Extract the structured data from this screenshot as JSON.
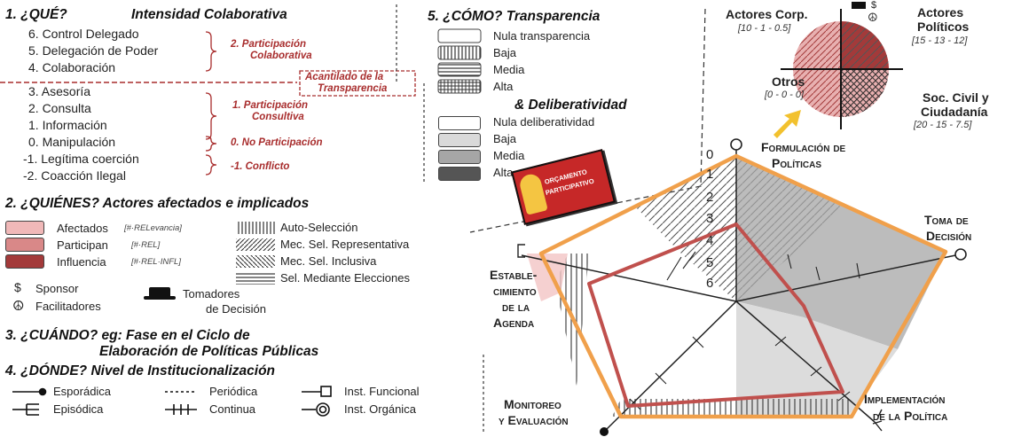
{
  "que": {
    "title": "1. ¿QUÉ?",
    "subtitle": "Intensidad Colaborativa",
    "levels": [
      "6. Control Delegado",
      "5. Delegación de Poder",
      "4. Colaboración",
      "3. Asesoría",
      "2. Consulta",
      "1. Información",
      "0. Manipulación",
      "-1. Legítima coerción",
      "-2. Coacción Ilegal"
    ],
    "groups": [
      {
        "line1": "2. Participación",
        "line2": "Colaborativa"
      },
      {
        "line1": "1. Participación",
        "line2": "Consultiva"
      },
      {
        "line1": "0. No Participación"
      },
      {
        "line1": "-1. Conflicto"
      }
    ],
    "cliff": {
      "line1": "Acantilado de la",
      "line2": "Transparencia"
    }
  },
  "quienes": {
    "title": "2. ¿QUIÉNES? Actores afectados e implicados",
    "roles": [
      {
        "label": "Afectados",
        "tag": "[#·RELevancia]",
        "color": "#f0b8b8"
      },
      {
        "label": "Participan",
        "tag": "[#·REL]",
        "color": "#d98888"
      },
      {
        "label": "Influencia",
        "tag": "[#·REL·INFL]",
        "color": "#a33a3a"
      }
    ],
    "selection": [
      "Auto-Selección",
      "Mec. Sel. Representativa",
      "Mec. Sel. Inclusiva",
      "Sel. Mediante Elecciones"
    ],
    "sponsor": "Sponsor",
    "facilitadores": "Facilitadores",
    "tomadores1": "Tomadores",
    "tomadores2": "de Decisión"
  },
  "cuando": {
    "line1": "3. ¿CUÁNDO? eg: Fase en el Ciclo de",
    "line2": "Elaboración de Políticas Públicas"
  },
  "donde": {
    "title": "4. ¿DÓNDE? Nivel de Institucionalización",
    "items": [
      "Esporádica",
      "Periódica",
      "Inst. Funcional",
      "Episódica",
      "Continua",
      "Inst. Orgánica"
    ]
  },
  "como": {
    "title": "5. ¿CÓMO? Transparencia",
    "transparencia": [
      "Nula transparencia",
      "Baja",
      "Media",
      "Alta"
    ],
    "delib_title": "& Deliberatividad",
    "deliberatividad": [
      "Nula deliberatividad",
      "Baja",
      "Media",
      "Alta"
    ],
    "delib_colors": [
      "#ffffff",
      "#d9d9d9",
      "#a6a6a6",
      "#555555"
    ]
  },
  "badge": {
    "line1": "ORÇAMENTO",
    "line2": "PARTICIPATIVO"
  },
  "actores": {
    "corp": "Actores Corp.",
    "corp_vals": "[10 - 1 - 0.5]",
    "politicos1": "Actores",
    "politicos2": "Políticos",
    "politicos_vals": "[15 - 13 - 12]",
    "otros": "Otros",
    "otros_vals": "[0 - 0 - 0]",
    "civil1": "Soc. Civil y",
    "civil2": "Ciudadanía",
    "civil_vals": "[20 - 15 - 7.5]"
  },
  "radar": {
    "ticks": [
      "0",
      "1",
      "2",
      "3",
      "4",
      "5",
      "6"
    ],
    "axes": [
      {
        "line1": "Formulación de",
        "line2": "Políticas"
      },
      {
        "line1": "Toma de",
        "line2": "Decisión"
      },
      {
        "line1": "Implementación",
        "line2": "de la Política"
      },
      {
        "line1": "Monitoreo",
        "line2": "y Evaluación"
      },
      {
        "line1": "Estable-",
        "line2": "cimiento",
        "line3": "de la",
        "line4": "Agenda"
      }
    ]
  },
  "colors": {
    "accent_red": "#a82d2d",
    "orange": "#f0a04b",
    "poly_red": "#c0504d"
  }
}
